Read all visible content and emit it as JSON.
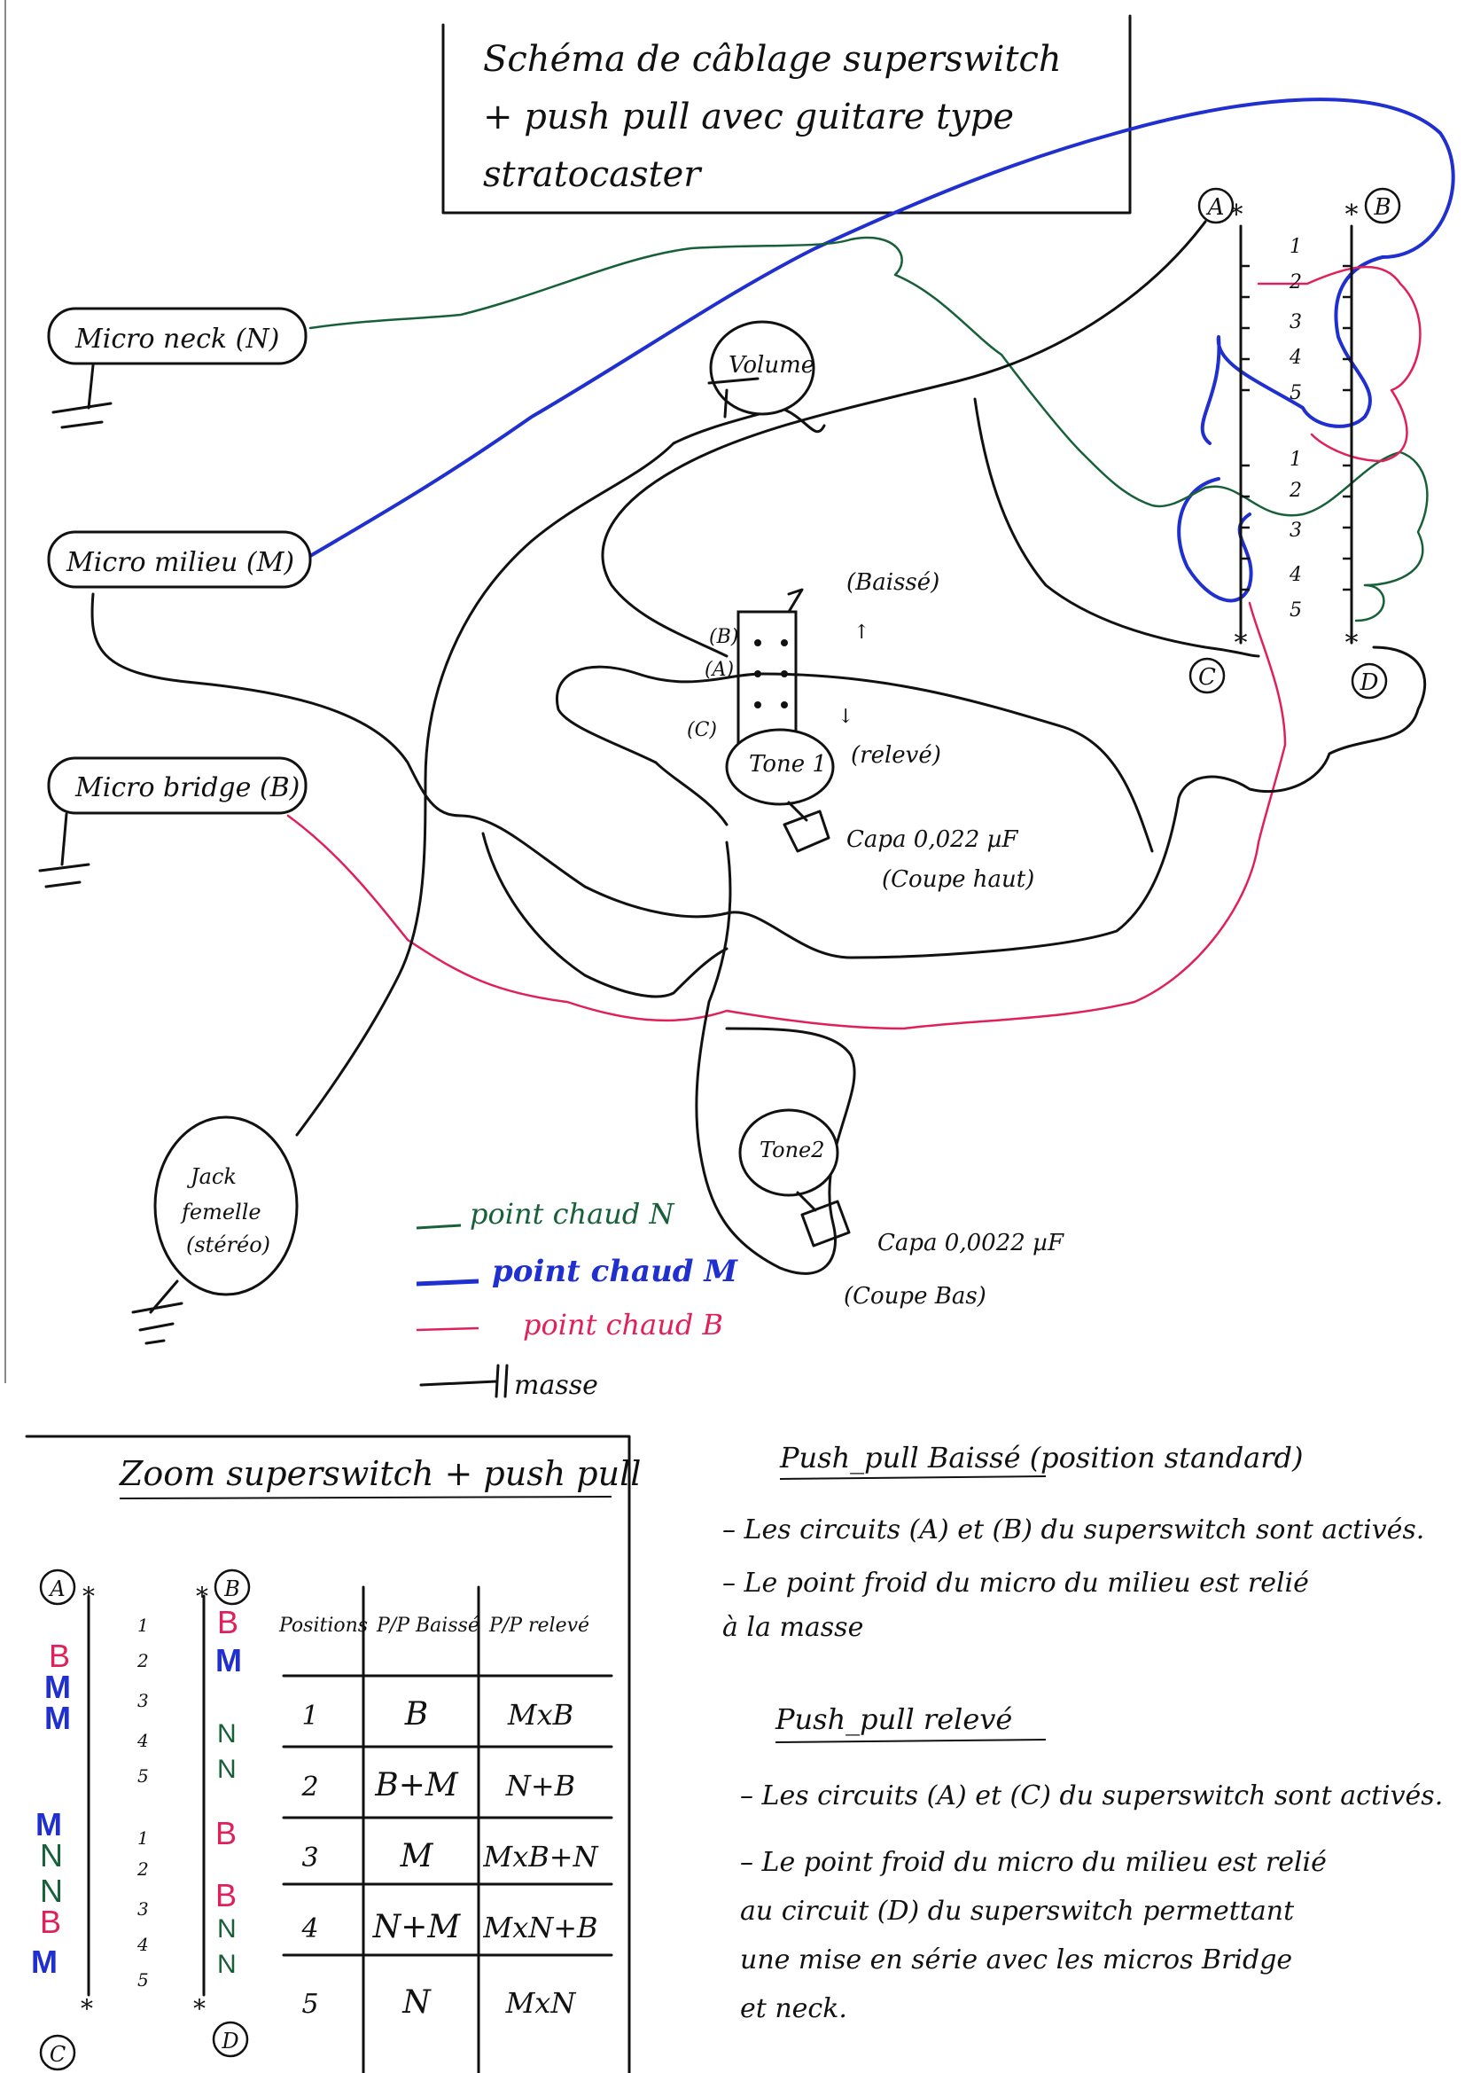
{
  "title_lines": [
    "Schéma de câblage superswitch",
    "+ push pull avec guitare type",
    "stratocaster"
  ],
  "pickups": {
    "neck": "Micro neck (N)",
    "middle": "Micro milieu (M)",
    "bridge": "Micro bridge (B)"
  },
  "pots": {
    "volume": "Volume",
    "tone1": "Tone 1",
    "tone2": "Tone2"
  },
  "jack": [
    "Jack",
    "femelle",
    "(stéréo)"
  ],
  "switch_letters": [
    "A",
    "B",
    "C",
    "D"
  ],
  "switch_numbers": [
    "1",
    "2",
    "3",
    "4",
    "5"
  ],
  "push_pull_labels": {
    "b": "(B)",
    "a": "(A)",
    "c": "(C)"
  },
  "push_pull_states": {
    "down": "(Baissé)",
    "up": "(relevé)"
  },
  "caps": {
    "cap1": [
      "Capa 0,022 µF",
      "(Coupe haut)"
    ],
    "cap2": [
      "Capa 0,0022 µF",
      "(Coupe Bas)"
    ]
  },
  "legend": {
    "green": "point chaud N",
    "blue": "point chaud M",
    "red": "point chaud B",
    "ground": "masse"
  },
  "colors": {
    "green": "#17603a",
    "blue": "#1f2fd0",
    "red": "#e0205a",
    "black": "#111111"
  },
  "zoom": {
    "title": "Zoom superswitch + push pull",
    "left_upper": [
      "B",
      "M",
      "M"
    ],
    "left_lower": [
      "M",
      "N",
      "N",
      "B",
      "M"
    ],
    "right_upper": [
      "B",
      "M",
      "N",
      "N"
    ],
    "right_lower": [
      "B",
      "B",
      "N",
      "N"
    ],
    "table": {
      "headers": [
        "Positions",
        "P/P Baissé",
        "P/P relevé"
      ],
      "rows": [
        [
          "1",
          "B",
          "MxB"
        ],
        [
          "2",
          "B+M",
          "N+B"
        ],
        [
          "3",
          "M",
          "MxB+N"
        ],
        [
          "4",
          "N+M",
          "MxN+B"
        ],
        [
          "5",
          "N",
          "MxN"
        ]
      ]
    }
  },
  "notes": {
    "down_title": "Push_pull Baissé (position standard)",
    "down_items": [
      "– Les circuits (A) et (B) du superswitch sont activés.",
      "– Le point froid du micro du milieu est relié",
      "  à la masse"
    ],
    "up_title": "Push_pull relevé",
    "up_items": [
      "– Les circuits (A) et (C) du superswitch sont activés.",
      "– Le point froid du micro du milieu est relié",
      "au circuit (D) du superswitch permettant",
      "une mise en série avec les micros Bridge",
      "et neck."
    ]
  }
}
